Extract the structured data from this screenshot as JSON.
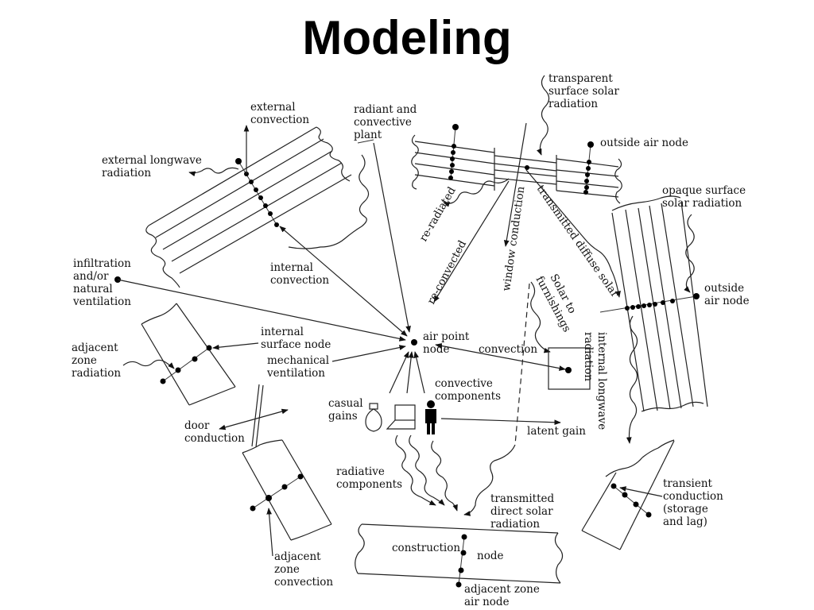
{
  "title": "Modeling",
  "labels": {
    "external_convection": [
      "external",
      "convection"
    ],
    "external_longwave": [
      "external longwave",
      "radiation"
    ],
    "radiant_plant": [
      "radiant and",
      "convective",
      "plant"
    ],
    "transparent_solar": [
      "transparent",
      "surface solar",
      "radiation"
    ],
    "outside_air_node_top": "outside air node",
    "opaque_solar": [
      "opaque surface",
      "solar radiation"
    ],
    "outside_air_node_right": [
      "outside",
      "air node"
    ],
    "re_radiated": "re-radiated",
    "re_convected": "re-convected",
    "window_conduction": "window conduction",
    "transmitted_diffuse": "transmitted diffuse solar",
    "solar_furnishings": [
      "Solar to",
      "furnishings"
    ],
    "infiltration": [
      "infiltration",
      "and/or",
      "natural",
      "ventilation"
    ],
    "internal_convection": [
      "internal",
      "convection"
    ],
    "internal_surface_node": [
      "internal",
      "surface node"
    ],
    "adjacent_zone_radiation": [
      "adjacent",
      "zone",
      "radiation"
    ],
    "mechanical_ventilation": [
      "mechanical",
      "ventilation"
    ],
    "air_point_node": [
      "air point",
      "node"
    ],
    "convection": "convection",
    "convective_components": [
      "convective",
      "components"
    ],
    "casual_gains": [
      "casual",
      "gains"
    ],
    "latent_gain": "latent gain",
    "door_conduction": [
      "door",
      "conduction"
    ],
    "internal_longwave": [
      "internal longwave",
      "radiation"
    ],
    "radiative_components": [
      "radiative",
      "components"
    ],
    "transmitted_direct": [
      "transmitted",
      "direct solar",
      "radiation"
    ],
    "transient_conduction": [
      "transient",
      "conduction",
      "(storage",
      "and lag)"
    ],
    "construction": "construction",
    "node": "node",
    "adjacent_zone_convection": [
      "adjacent",
      "zone",
      "convection"
    ],
    "adjacent_zone_air_node": [
      "adjacent zone",
      "air node"
    ]
  }
}
